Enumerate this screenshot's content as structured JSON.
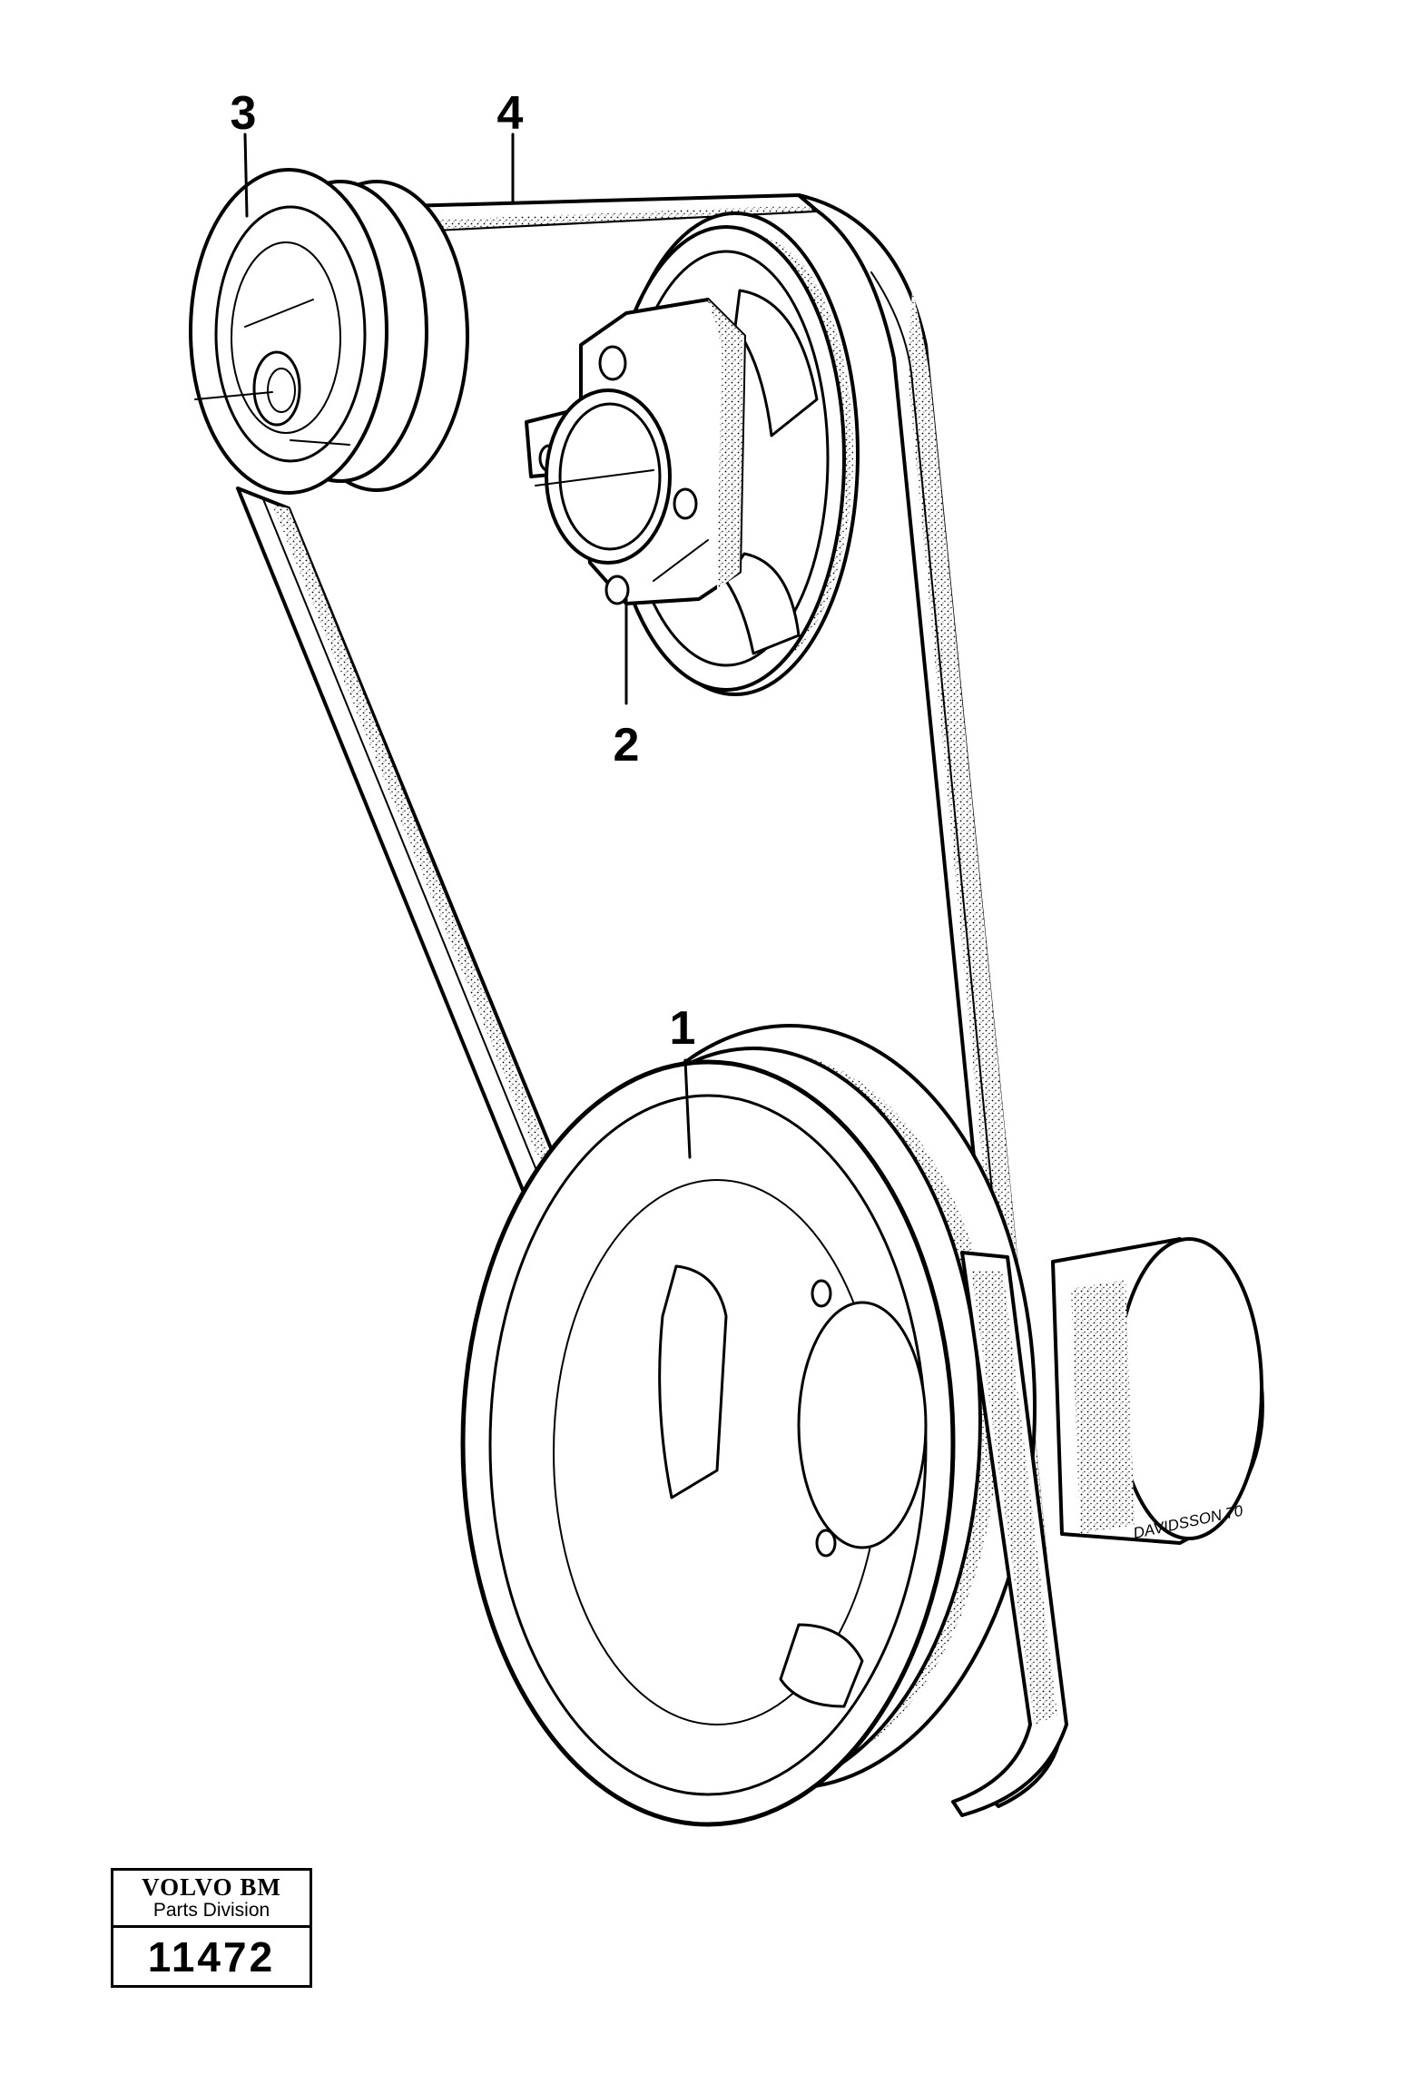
{
  "callouts": [
    {
      "id": "1",
      "label": "1"
    },
    {
      "id": "2",
      "label": "2"
    },
    {
      "id": "3",
      "label": "3"
    },
    {
      "id": "4",
      "label": "4"
    }
  ],
  "artist_signature": "DAVIDSSON 70",
  "title_block": {
    "brand": "VOLVO BM",
    "division": "Parts Division",
    "number": "11472"
  }
}
